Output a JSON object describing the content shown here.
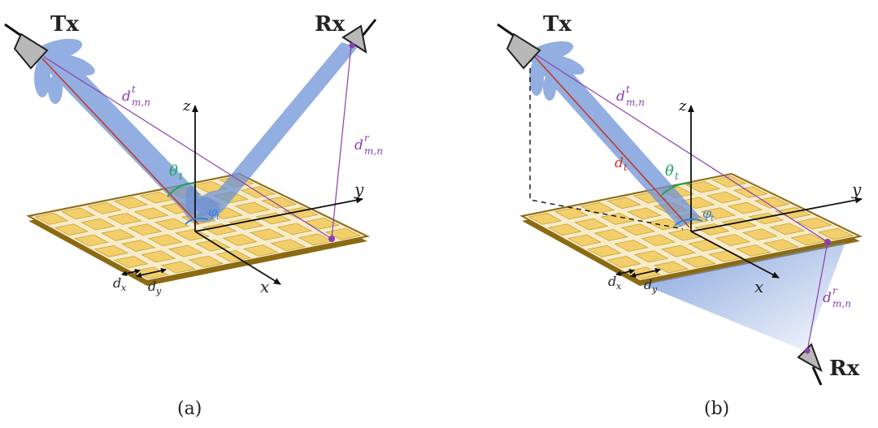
{
  "panel_a": {
    "caption": "(a)",
    "tx_label": "Tx",
    "rx_label": "Rx",
    "axis_x": "x",
    "axis_y": "y",
    "axis_z": "z",
    "d_t_label": "d",
    "d_t_sup": "t",
    "d_t_sub": "m,n",
    "d_r_label": "d",
    "d_r_sup": "r",
    "d_r_sub": "m,n",
    "theta_label": "θ",
    "theta_sub": "t",
    "phi_label": "φ",
    "phi_sub": "t",
    "dx_label": "d",
    "dx_sub": "x",
    "dy_label": "d",
    "dy_sub": "y"
  },
  "panel_b": {
    "caption": "(b)",
    "tx_label": "Tx",
    "rx_label": "Rx",
    "axis_x": "x",
    "axis_y": "y",
    "axis_z": "z",
    "d_t_label": "d",
    "d_t_sup": "t",
    "d_t_sub": "m,n",
    "dt_label": "d",
    "dt_sub": "t",
    "d_r_label": "d",
    "d_r_sup": "r",
    "d_r_sub": "m,n",
    "theta_label": "θ",
    "theta_sub": "t",
    "phi_label": "φ",
    "phi_sub": "t",
    "dx_label": "d",
    "dx_sub": "x",
    "dy_label": "d",
    "dy_sub": "y"
  },
  "colors": {
    "beam": "#6f93d6",
    "purple": "#8a3fb0",
    "red": "#c0392b",
    "green": "#1aa35a",
    "phi": "#3a7fd0",
    "surface_edge": "#8b6a12",
    "surface_fill": "#f3e7c3",
    "cell": "#f2cf6b"
  }
}
